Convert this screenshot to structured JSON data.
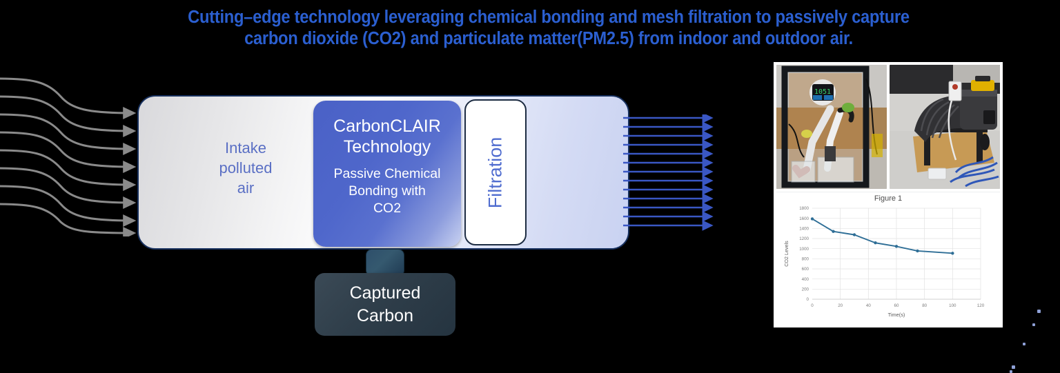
{
  "title": {
    "line1": "Cutting–edge technology leveraging chemical bonding and mesh filtration to passively capture",
    "line2": "carbon dioxide (CO2) and particulate matter(PM2.5) from indoor and outdoor air.",
    "color": "#2b5fd0"
  },
  "diagram": {
    "intake_label_line1": "Intake",
    "intake_label_line2": "polluted",
    "intake_label_line3": "air",
    "clair_title_line1": "CarbonCLAIR",
    "clair_title_line2": "Technology",
    "clair_sub_line1": "Passive Chemical",
    "clair_sub_line2": "Bonding with",
    "clair_sub_line3": "CO2",
    "filtration_label": "Filtration",
    "captured_line1": "Captured",
    "captured_line2": "Carbon",
    "inlet_arrow_count": 8,
    "outlet_arrow_count": 13,
    "inlet_arrow_color": "#8a8a8a",
    "outlet_arrow_color": "#3a57c4",
    "clair_box_color": "#4f67cb",
    "captured_box_color": "#2f3e4a",
    "container_border_color": "#17305e"
  },
  "panel": {
    "photos": [
      {
        "name": "co2-chamber-photo",
        "caption_value": "1051"
      },
      {
        "name": "duct-fan-rig-photo"
      }
    ]
  },
  "chart_data": {
    "type": "line",
    "title": "Figure 1",
    "xlabel": "Time(s)",
    "ylabel": "CO2 Levels",
    "x": [
      0,
      15,
      30,
      45,
      60,
      75,
      100
    ],
    "values": [
      1590,
      1340,
      1275,
      1115,
      1045,
      955,
      910
    ],
    "series": [
      {
        "name": "CO2 Levels",
        "values": [
          1590,
          1340,
          1275,
          1115,
          1045,
          955,
          910
        ]
      }
    ],
    "xlim": [
      0,
      120
    ],
    "ylim": [
      0,
      1800
    ],
    "xticks": [
      0,
      20,
      40,
      60,
      80,
      100,
      120
    ],
    "yticks": [
      0,
      200,
      400,
      600,
      800,
      1000,
      1200,
      1400,
      1600,
      1800
    ],
    "grid": true,
    "legend": false,
    "line_color": "#2e6e96",
    "marker": "circle"
  }
}
